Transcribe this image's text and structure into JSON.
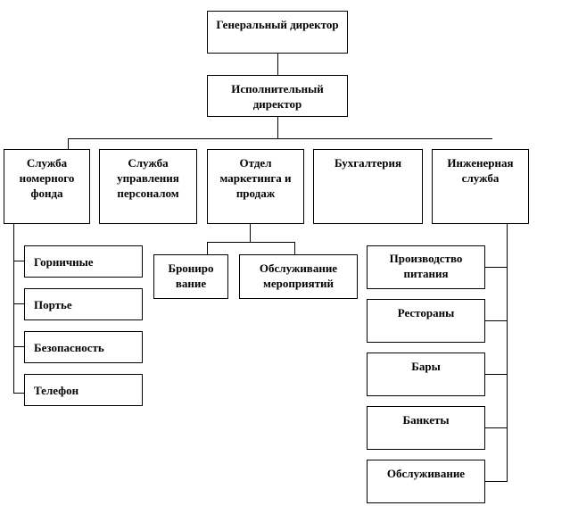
{
  "top": {
    "general": "Генеральный директор",
    "executive": "Исполнительный директор"
  },
  "departments": [
    "Служба номерного фонда",
    "Служба управления персоналом",
    "Отдел маркетинга и продаж",
    "Бухгалтерия",
    "Инженерная служба"
  ],
  "rooms": [
    "Горничные",
    "Портье",
    "Безопасность",
    "Телефон"
  ],
  "marketing": [
    "Брониро вание",
    "Обслуживание мероприятий"
  ],
  "engineering": [
    "Производство питания",
    "Рестораны",
    "Бары",
    "Банкеты",
    "Обслуживание"
  ]
}
